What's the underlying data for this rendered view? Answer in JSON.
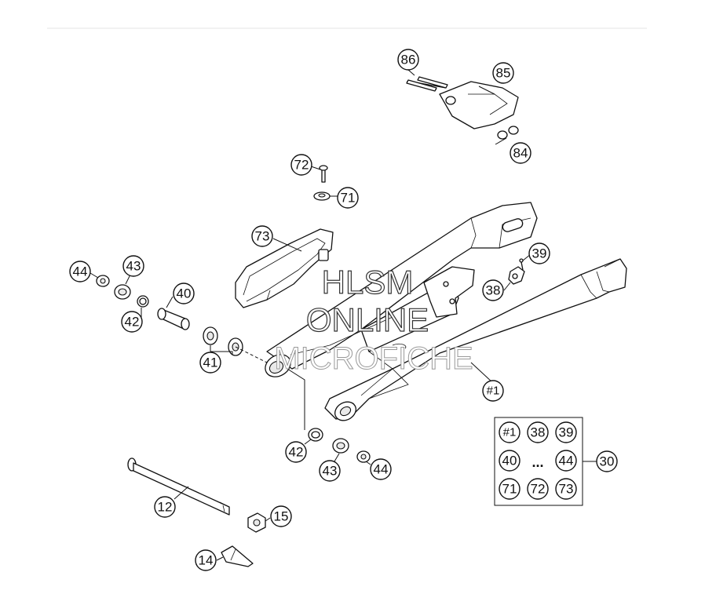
{
  "diagram": {
    "callouts": [
      {
        "id": "c86",
        "label": "86"
      },
      {
        "id": "c85",
        "label": "85"
      },
      {
        "id": "c84",
        "label": "84"
      },
      {
        "id": "c72",
        "label": "72"
      },
      {
        "id": "c71",
        "label": "71"
      },
      {
        "id": "c73",
        "label": "73"
      },
      {
        "id": "c39",
        "label": "39"
      },
      {
        "id": "c38",
        "label": "38"
      },
      {
        "id": "c44a",
        "label": "44"
      },
      {
        "id": "c43a",
        "label": "43"
      },
      {
        "id": "c40",
        "label": "40"
      },
      {
        "id": "c42a",
        "label": "42"
      },
      {
        "id": "c41",
        "label": "41"
      },
      {
        "id": "c1",
        "label": "#1"
      },
      {
        "id": "c42b",
        "label": "42"
      },
      {
        "id": "c43b",
        "label": "43"
      },
      {
        "id": "c44b",
        "label": "44"
      },
      {
        "id": "c12",
        "label": "12"
      },
      {
        "id": "c15",
        "label": "15"
      },
      {
        "id": "c14",
        "label": "14"
      },
      {
        "id": "c30",
        "label": "30"
      }
    ],
    "kit_box": {
      "items": [
        "#1",
        "38",
        "39",
        "40",
        "...",
        "44",
        "71",
        "72",
        "73"
      ]
    },
    "watermark": {
      "line1": "HLSM",
      "line2": "ONLINE",
      "line3": "MICROFICHE"
    }
  }
}
